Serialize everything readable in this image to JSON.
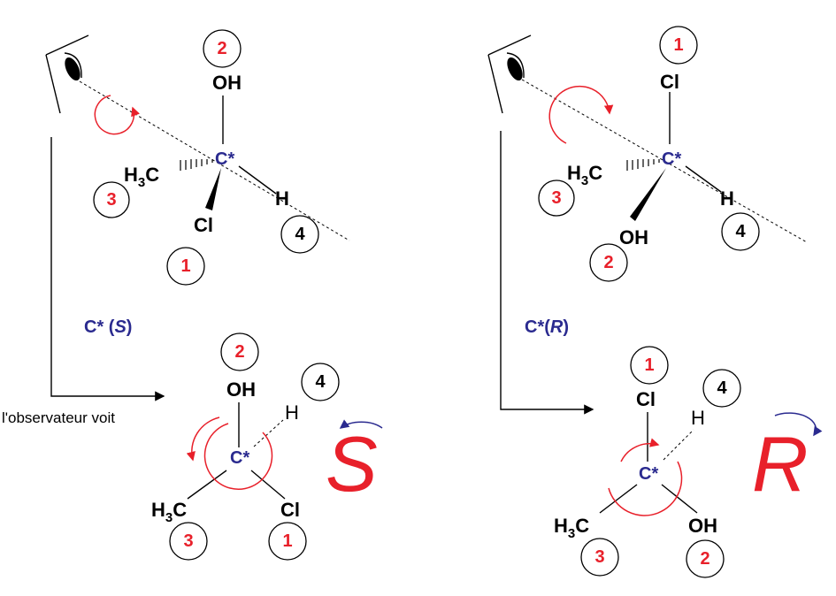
{
  "colors": {
    "accent_red": "#e8202a",
    "carbon_blue": "#2a2a8f",
    "ink": "#000000"
  },
  "observer_note": "l'observateur voit",
  "left": {
    "config_prefix": "C* (",
    "config_letter": "S",
    "config_suffix": ")",
    "result_letter": "S",
    "top": {
      "center": "C*",
      "oh": "OH",
      "h": "H",
      "cl": "Cl",
      "h3c_prefix": "H",
      "h3c_sub": "3",
      "h3c_suffix": "C",
      "rank_oh": "2",
      "rank_ch3": "3",
      "rank_cl": "1",
      "rank_h": "4"
    },
    "bottom": {
      "center": "C*",
      "oh": "OH",
      "h": "H",
      "cl": "Cl",
      "h3c_prefix": "H",
      "h3c_sub": "3",
      "h3c_suffix": "C",
      "rank_oh": "2",
      "rank_h": "4",
      "rank_ch3": "3",
      "rank_cl": "1"
    }
  },
  "right": {
    "config_prefix": "C*(",
    "config_letter": "R",
    "config_suffix": ")",
    "result_letter": "R",
    "top": {
      "center": "C*",
      "cl": "Cl",
      "h": "H",
      "oh": "OH",
      "h3c_prefix": "H",
      "h3c_sub": "3",
      "h3c_suffix": "C",
      "rank_cl": "1",
      "rank_ch3": "3",
      "rank_h": "4",
      "rank_oh": "2"
    },
    "bottom": {
      "center": "C*",
      "cl": "Cl",
      "h": "H",
      "oh": "OH",
      "h3c_prefix": "H",
      "h3c_sub": "3",
      "h3c_suffix": "C",
      "rank_cl": "1",
      "rank_h": "4",
      "rank_ch3": "3",
      "rank_oh": "2"
    }
  }
}
